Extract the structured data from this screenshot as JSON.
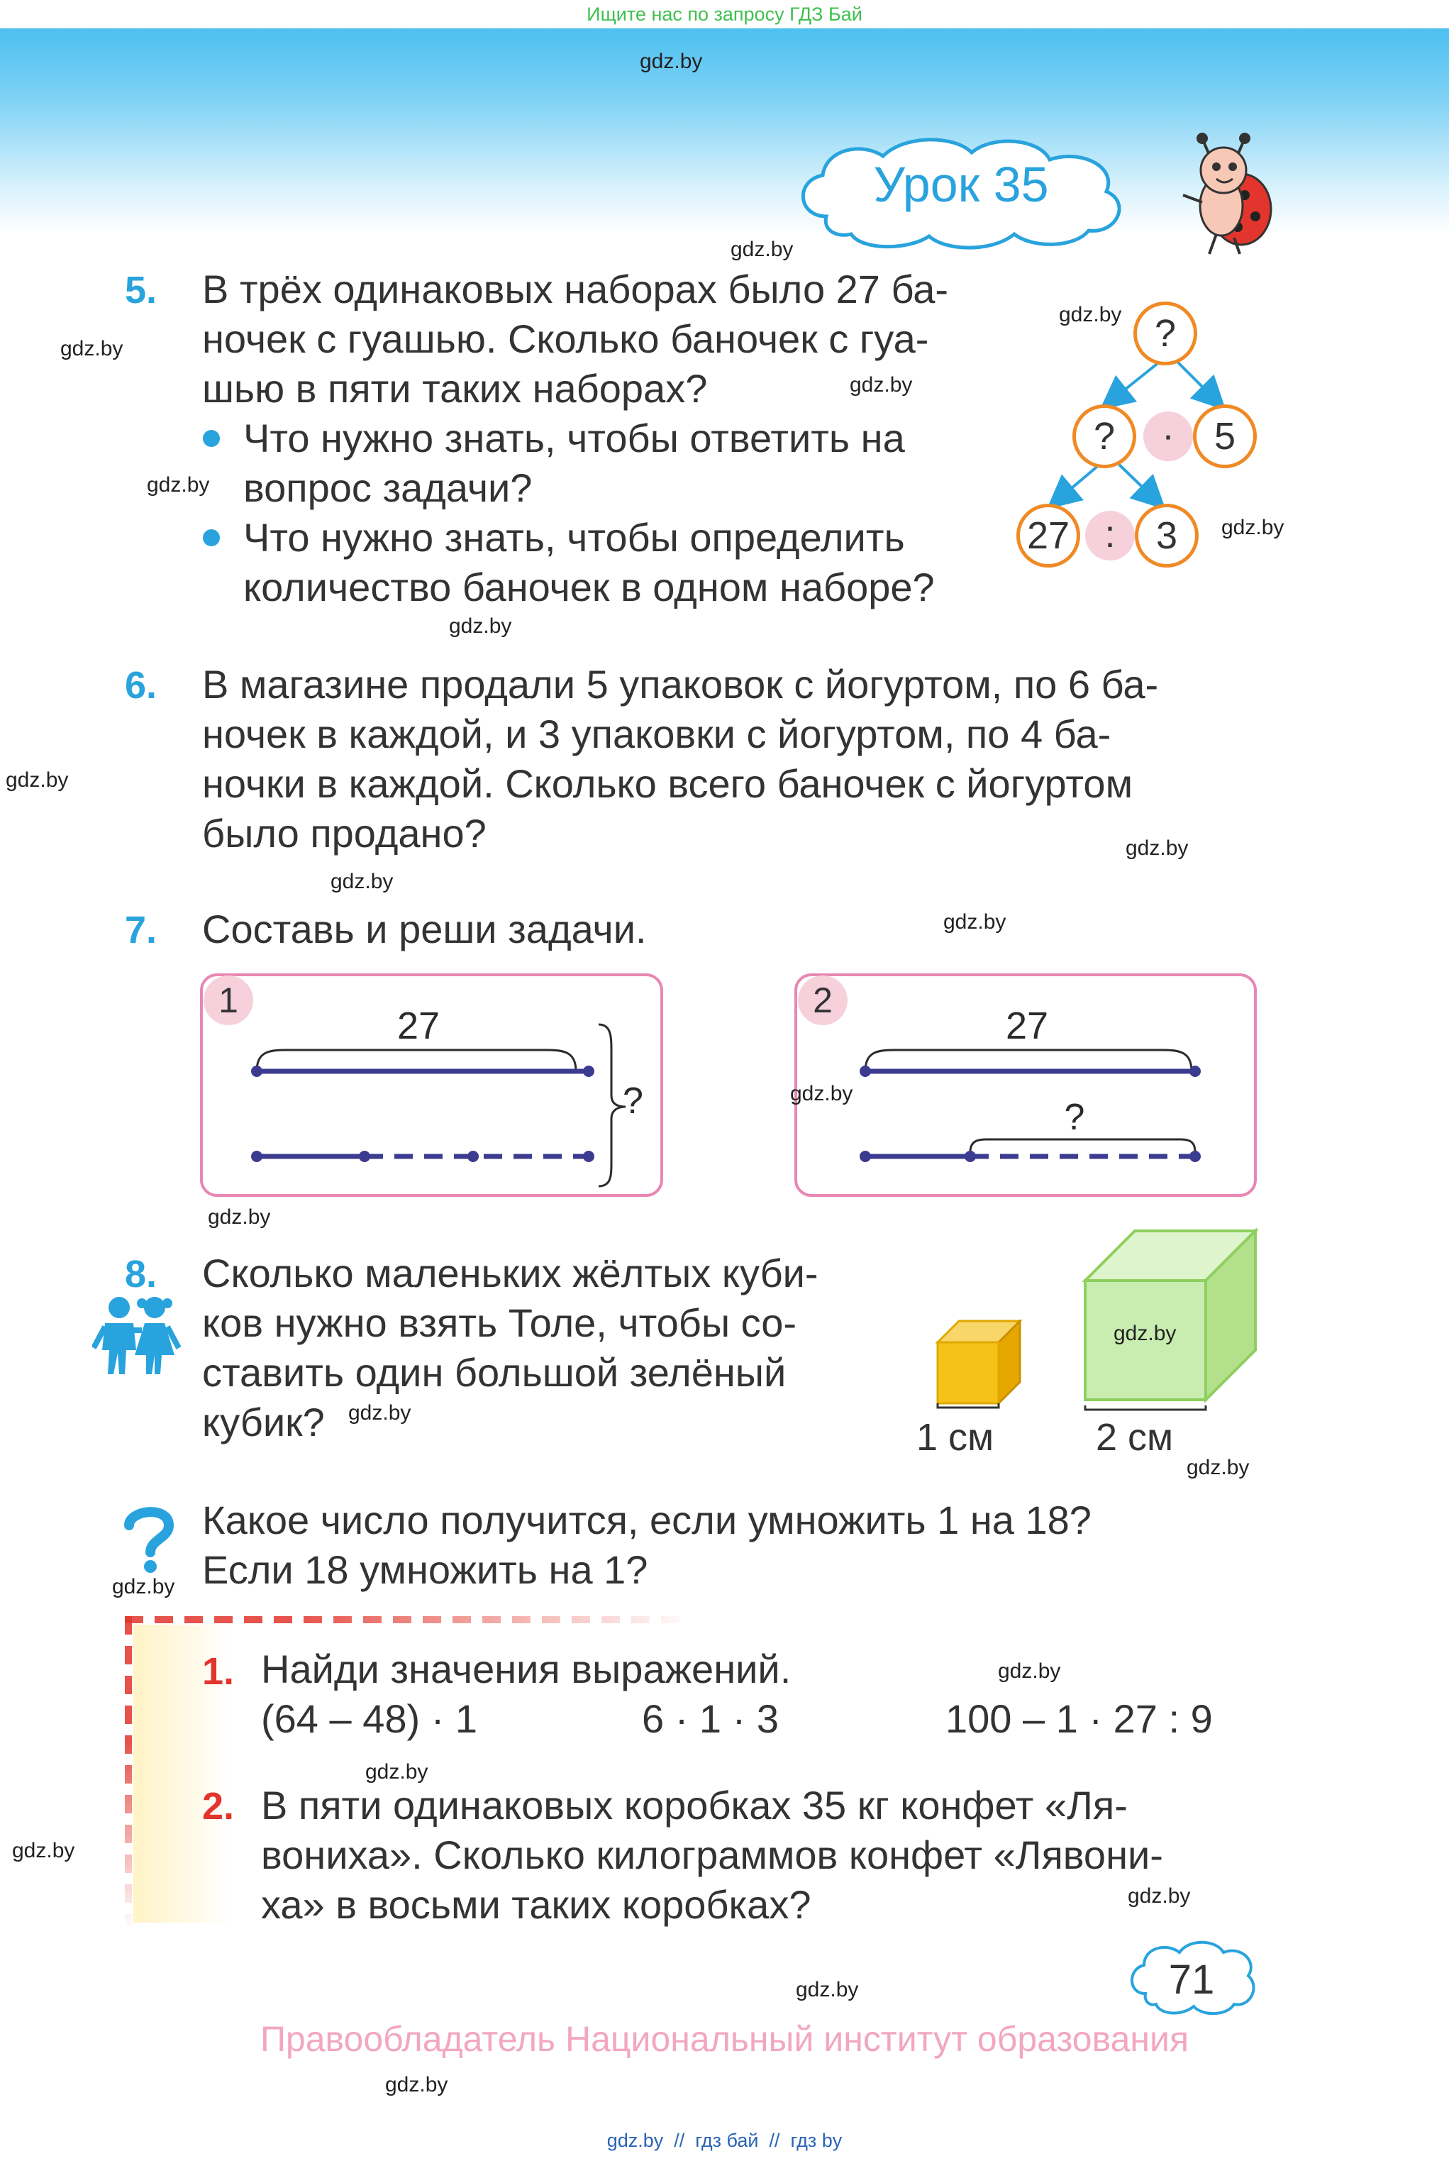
{
  "top_bar": {
    "search_text": "Ищите нас по запросу ГДЗ Бай"
  },
  "lesson": {
    "title": "Урок 35"
  },
  "watermark": "gdz.by",
  "task5": {
    "number": "5.",
    "lines": [
      "В трёх одинаковых наборах было 27 ба-",
      "ночек с гуашью. Сколько баночек с гуа-",
      "шью в пяти таких наборах?"
    ],
    "q1_lines": [
      "Что нужно знать, чтобы ответить на",
      "вопрос задачи?"
    ],
    "q2_lines": [
      "Что нужно знать, чтобы определить",
      "количество баночек в одном наборе?"
    ],
    "scheme": {
      "top": "?",
      "mid_left": "?",
      "mid_op": "·",
      "mid_right": "5",
      "bottom_left": "27",
      "bottom_op": ":",
      "bottom_right": "3"
    }
  },
  "task6": {
    "number": "6.",
    "lines": [
      "В магазине продали 5 упаковок с йогуртом, по 6 ба-",
      "ночек в каждой, и 3 упаковки с йогуртом, по 4 ба-",
      "ночки в каждой. Сколько всего баночек с йогуртом",
      "было продано?"
    ]
  },
  "task7": {
    "number": "7.",
    "text": "Составь и реши задачи.",
    "panel1": {
      "badge": "1",
      "top_value": "27",
      "brace_label": "?"
    },
    "panel2": {
      "badge": "2",
      "top_value": "27",
      "part_label": "?"
    }
  },
  "task8": {
    "number": "8.",
    "lines": [
      "Сколько маленьких жёлтых куби-",
      "ков нужно взять Толе, чтобы со-",
      "ставить один большой зелёный",
      "кубик?"
    ],
    "small_cube_label": "1 см",
    "big_cube_label": "2 см"
  },
  "riddle": {
    "lines": [
      "Какое число получится, если умножить 1 на 18?",
      "Если 18 умножить на 1?"
    ]
  },
  "homework": {
    "task1": {
      "number": "1.",
      "text": "Найди значения выражений.",
      "expressions": [
        "(64 – 48) · 1",
        "6 · 1 · 3",
        "100 – 1 · 27 : 9"
      ]
    },
    "task2": {
      "number": "2.",
      "lines": [
        "В пяти одинаковых коробках 35 кг конфет «Ля-",
        "вониха». Сколько килограммов конфет «Лявони-",
        "ха» в восьми таких коробках?"
      ]
    }
  },
  "page_number": "71",
  "copyright": "Правообладатель Национальный институт образования",
  "bottom_links": "gdz.by  //  гдз бай  //  гдз by",
  "colors": {
    "number_blue": "#29a3dd",
    "number_red": "#e2352d",
    "circle_orange": "#f08a25",
    "panel_pink": "#e887b3",
    "segment_navy": "#3b3b8f",
    "cube_yellow": "#f5c21a",
    "cube_green": "#c9ecb0"
  }
}
